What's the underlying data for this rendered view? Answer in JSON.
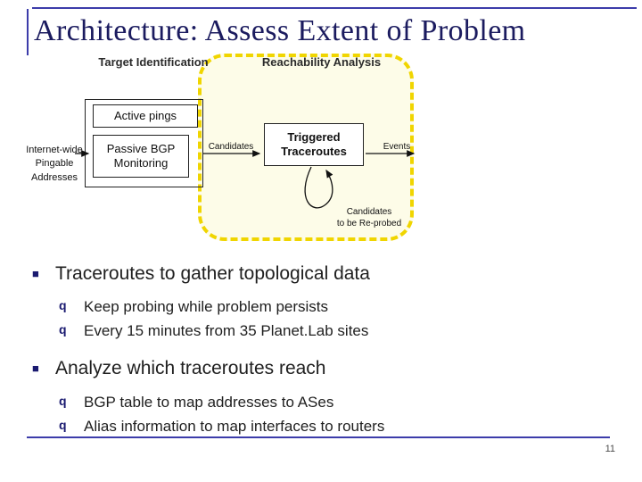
{
  "slide": {
    "title": "Architecture: Assess Extent of Problem",
    "page_number": "11"
  },
  "colors": {
    "rule_blue": "#3c3caa",
    "title_navy": "#1b1b5f",
    "bullet_navy": "#1a1a70",
    "highlight_yellow_border": "#f0d500",
    "highlight_yellow_fill": "#fdfce8"
  },
  "diagram": {
    "target_label": "Target Identification",
    "reachability_label": "Reachability Analysis",
    "left_label": "Internet-wide\nPingable\nAddresses",
    "boxes": {
      "active": "Active pings",
      "passive": "Passive BGP\nMonitoring",
      "triggered": "Triggered\nTraceroutes"
    },
    "arrow_labels": {
      "candidates": "Candidates",
      "events": "Events",
      "reprobe": "Candidates\nto be Re-probed"
    }
  },
  "markers": {
    "level1": "■",
    "level2": "q"
  },
  "bullets": [
    {
      "text": "Traceroutes to gather topological data",
      "sub": [
        "Keep probing while problem persists",
        "Every 15 minutes from 35 Planet.Lab sites"
      ]
    },
    {
      "text": "Analyze which traceroutes reach",
      "sub": [
        "BGP table to map addresses to ASes",
        "Alias information to map interfaces to routers"
      ]
    }
  ]
}
